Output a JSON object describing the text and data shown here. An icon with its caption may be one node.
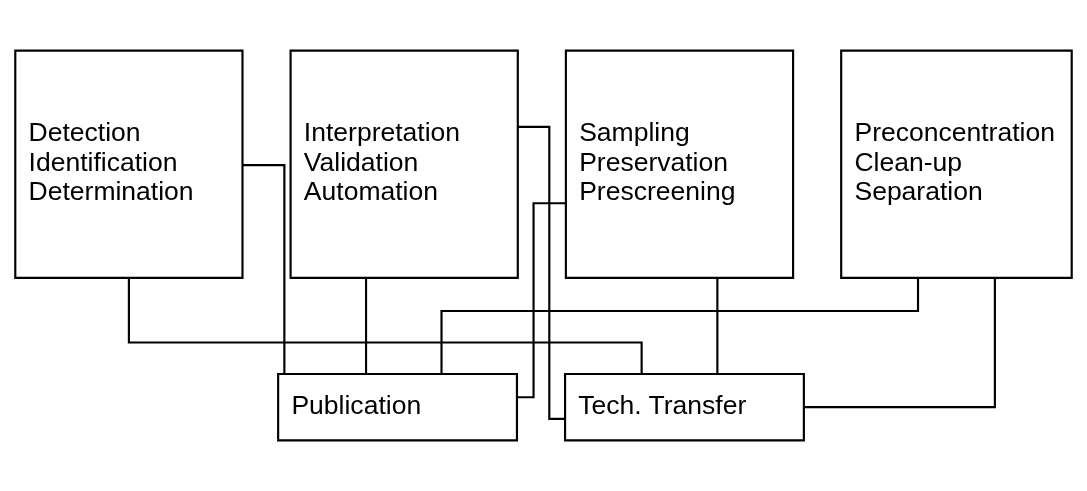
{
  "diagram": {
    "nodes": [
      {
        "text": [
          "Sampling",
          "Preservation",
          "Prescreening"
        ]
      },
      {
        "text": [
          "Preconcentration",
          "Clean-up",
          "Separation"
        ]
      },
      {
        "text": [
          "Detection",
          "Identification",
          "Determination"
        ]
      },
      {
        "text": [
          "Interpretation",
          "Validation",
          "Automation"
        ]
      },
      {
        "text": [
          "Publication"
        ]
      },
      {
        "text": [
          "Tech. Transfer"
        ]
      }
    ],
    "edges": [
      {
        "from": 0,
        "to": 4,
        "arrow": "none"
      },
      {
        "from": 0,
        "to": 5,
        "arrow": "none"
      },
      {
        "from": 1,
        "to": 4,
        "arrow": "none"
      },
      {
        "from": 1,
        "to": 5,
        "arrow": "none"
      },
      {
        "from": 2,
        "to": 4,
        "arrow": "none"
      },
      {
        "from": 2,
        "to": 5,
        "arrow": "none"
      },
      {
        "from": 3,
        "to": 4,
        "arrow": "none"
      },
      {
        "from": 3,
        "to": 5,
        "arrow": "none"
      }
    ]
  }
}
